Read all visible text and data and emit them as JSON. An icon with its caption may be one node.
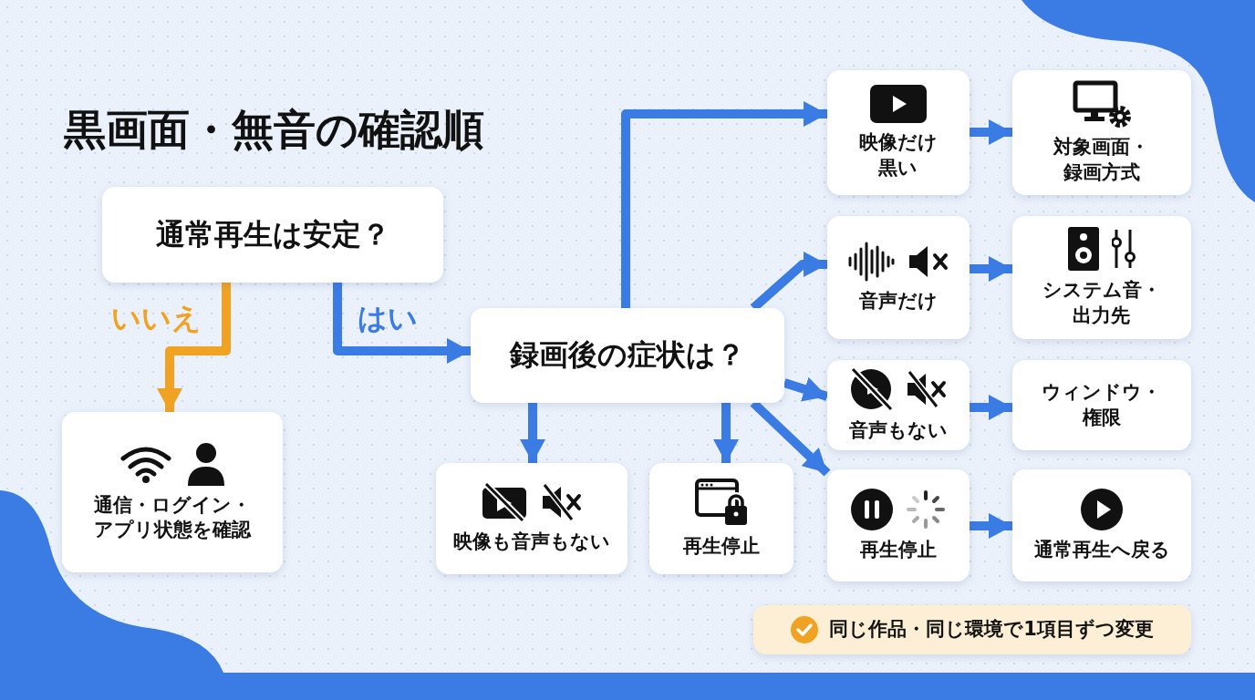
{
  "diagram": {
    "title": "黒画面・無音の確認順",
    "nodes": [
      {
        "text": [
          "通常再生は安定？"
        ]
      },
      {
        "text": [
          "通信・ログイン・アプリ状態を確認"
        ]
      },
      {
        "text": [
          "録画後の症状は？"
        ]
      },
      {
        "text": [
          "映像も音声もない"
        ]
      },
      {
        "text": [
          "再生停止"
        ]
      },
      {
        "text": [
          "映像だけ黒い"
        ]
      },
      {
        "text": [
          "対象画面・録画方式"
        ]
      },
      {
        "text": [
          "音声だけ"
        ]
      },
      {
        "text": [
          "システム音・出力先"
        ]
      },
      {
        "text": [
          "音声もない"
        ]
      },
      {
        "text": [
          "ウィンドウ・権限"
        ]
      },
      {
        "text": [
          "再生停止"
        ]
      },
      {
        "text": [
          "通常再生へ戻る"
        ]
      },
      {
        "text": [
          "同じ作品・同じ環境で1項目ずつ変更"
        ]
      }
    ],
    "edges": [
      {
        "from": 0,
        "to": 1,
        "arrow": "to",
        "label": "いいえ",
        "color": "#f0a323"
      },
      {
        "from": 0,
        "to": 2,
        "arrow": "to",
        "label": "はい"
      },
      {
        "from": 2,
        "to": 3,
        "arrow": "to"
      },
      {
        "from": 2,
        "to": 4,
        "arrow": "to"
      },
      {
        "from": 2,
        "to": 5,
        "arrow": "to"
      },
      {
        "from": 2,
        "to": 7,
        "arrow": "to"
      },
      {
        "from": 2,
        "to": 9,
        "arrow": "to"
      },
      {
        "from": 2,
        "to": 11,
        "arrow": "to"
      },
      {
        "from": 5,
        "to": 6,
        "arrow": "to"
      },
      {
        "from": 7,
        "to": 8,
        "arrow": "to"
      },
      {
        "from": 9,
        "to": 10,
        "arrow": "to"
      },
      {
        "from": 11,
        "to": 12,
        "arrow": "to"
      }
    ]
  }
}
